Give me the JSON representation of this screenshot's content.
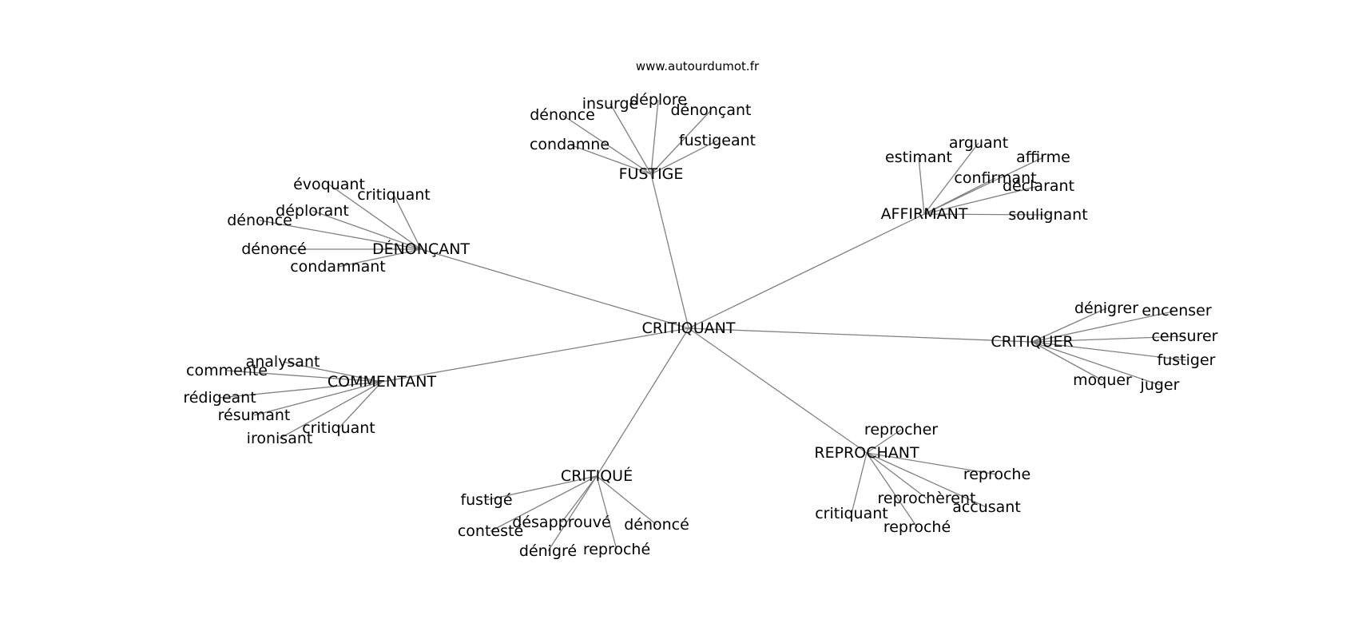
{
  "site": "www.autourdumot.fr",
  "colors": {
    "edge": "#808080",
    "text": "#000000",
    "background": "#ffffff"
  },
  "graph": {
    "center": "CRITIQUANT",
    "hubs": [
      {
        "id": "fustige",
        "label": "FUSTIGE",
        "leaves": [
          "dénonce",
          "insurge",
          "déplore",
          "dénonçant",
          "condamne",
          "fustigeant"
        ]
      },
      {
        "id": "affirmant",
        "label": "AFFIRMANT",
        "leaves": [
          "estimant",
          "arguant",
          "affirme",
          "confirmant",
          "déclarant",
          "soulignant"
        ]
      },
      {
        "id": "denoncant",
        "label": "DÉNONÇANT",
        "leaves": [
          "évoquant",
          "critiquant",
          "déplorant",
          "dénonce",
          "dénoncé",
          "condamnant"
        ]
      },
      {
        "id": "critiquer",
        "label": "CRITIQUER",
        "leaves": [
          "dénigrer",
          "encenser",
          "censurer",
          "fustiger",
          "moquer",
          "juger"
        ]
      },
      {
        "id": "commentant",
        "label": "COMMENTANT",
        "leaves": [
          "analysant",
          "commente",
          "rédigeant",
          "résumant",
          "critiquant",
          "ironisant"
        ]
      },
      {
        "id": "reprochant",
        "label": "REPROCHANT",
        "leaves": [
          "reprocher",
          "reproche",
          "reprochèrent",
          "accusant",
          "critiquant",
          "reproché"
        ]
      },
      {
        "id": "critique",
        "label": "CRITIQUÉ",
        "leaves": [
          "fustigé",
          "désapprouvé",
          "dénoncé",
          "contesté",
          "dénigré",
          "reproché"
        ]
      }
    ]
  }
}
